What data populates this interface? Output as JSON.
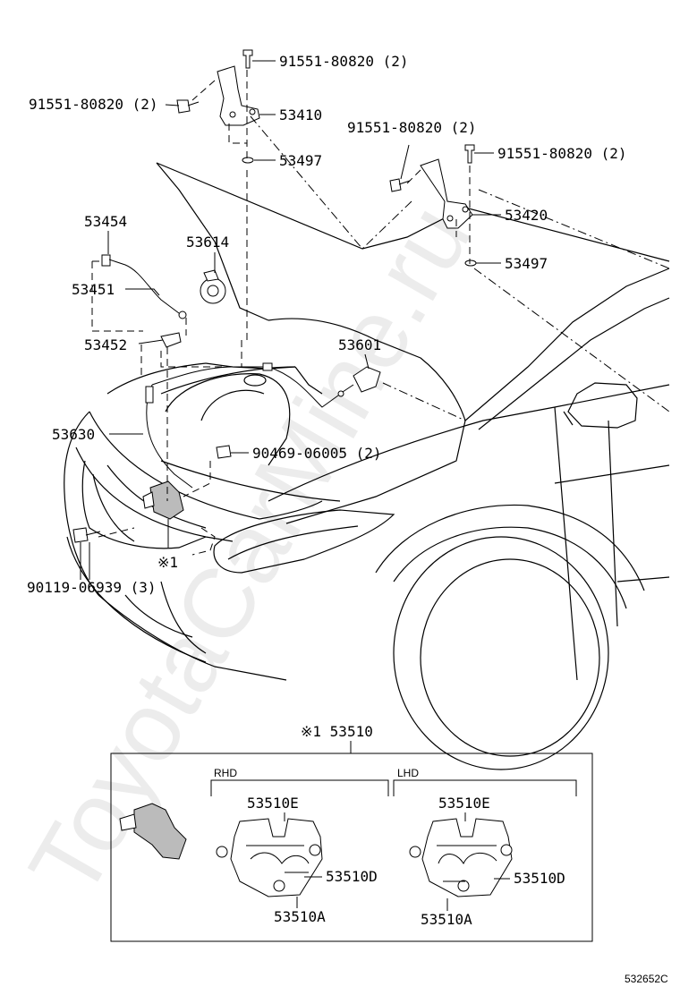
{
  "labels": {
    "bolt_top": "91551-80820 (2)",
    "bolt_left": "91551-80820 (2)",
    "bolt_mid": "91551-80820 (2)",
    "bolt_right": "91551-80820 (2)",
    "hinge_left": "53410",
    "hinge_right": "53420",
    "washer_left": "53497",
    "washer_right": "53497",
    "p53454": "53454",
    "p53451": "53451",
    "p53452": "53452",
    "p53614": "53614",
    "p53601": "53601",
    "p53630": "53630",
    "screw_90469": "90469-06005 (2)",
    "bolt_90119": "90119-06939 (3)",
    "note_mark": "※1"
  },
  "inset": {
    "title": "※1 53510",
    "rhd": "RHD",
    "lhd": "LHD",
    "rhd_e": "53510E",
    "rhd_d": "53510D",
    "rhd_a": "53510A",
    "lhd_e": "53510E",
    "lhd_d": "53510D",
    "lhd_a": "53510A"
  },
  "figure_ref": "532652C",
  "watermark": "ToyotaCarMine.ru"
}
